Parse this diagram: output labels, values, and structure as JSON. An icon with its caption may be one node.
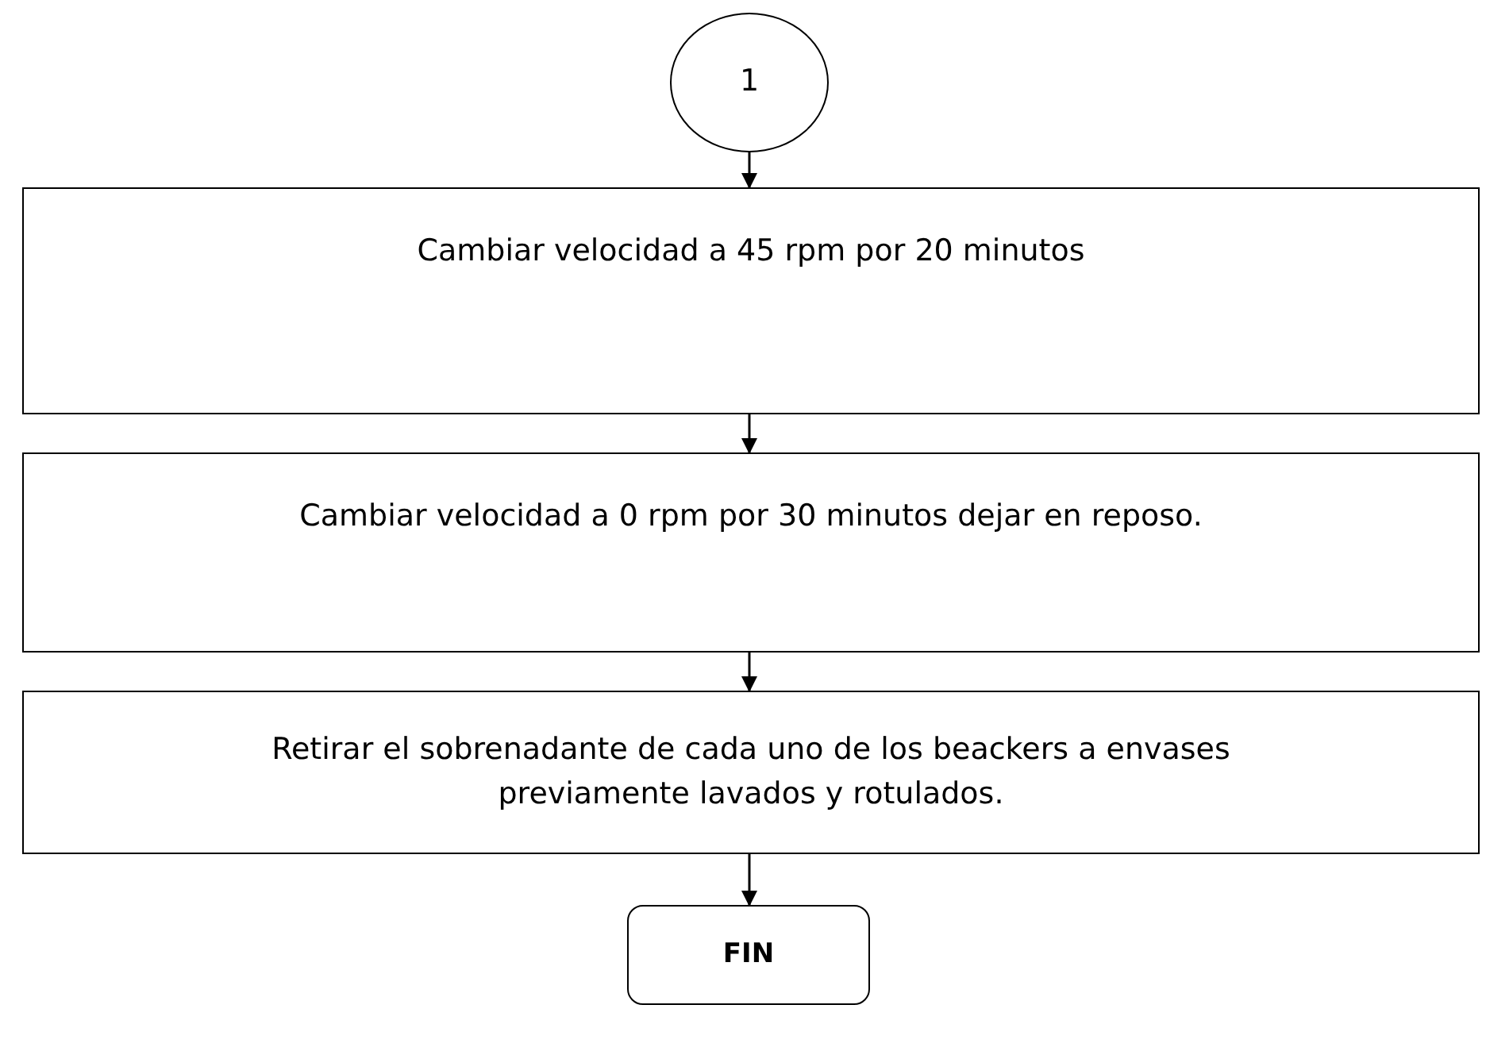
{
  "diagram": {
    "nodes": [
      {
        "text": [
          "1"
        ]
      },
      {
        "text": [
          "Cambiar velocidad a 45 rpm por 20 minutos"
        ]
      },
      {
        "text": [
          "Cambiar velocidad a 0 rpm por 30 minutos dejar en reposo."
        ]
      },
      {
        "text": [
          "Retirar el sobrenadante de cada uno de los beackers a envases previamente lavados y rotulados."
        ]
      },
      {
        "text": [
          "FIN"
        ]
      }
    ],
    "edges": [
      {
        "from": 0,
        "to": 1,
        "arrow": "to"
      },
      {
        "from": 1,
        "to": 2,
        "arrow": "to"
      },
      {
        "from": 2,
        "to": 3,
        "arrow": "to"
      },
      {
        "from": 3,
        "to": 4,
        "arrow": "to"
      }
    ]
  }
}
